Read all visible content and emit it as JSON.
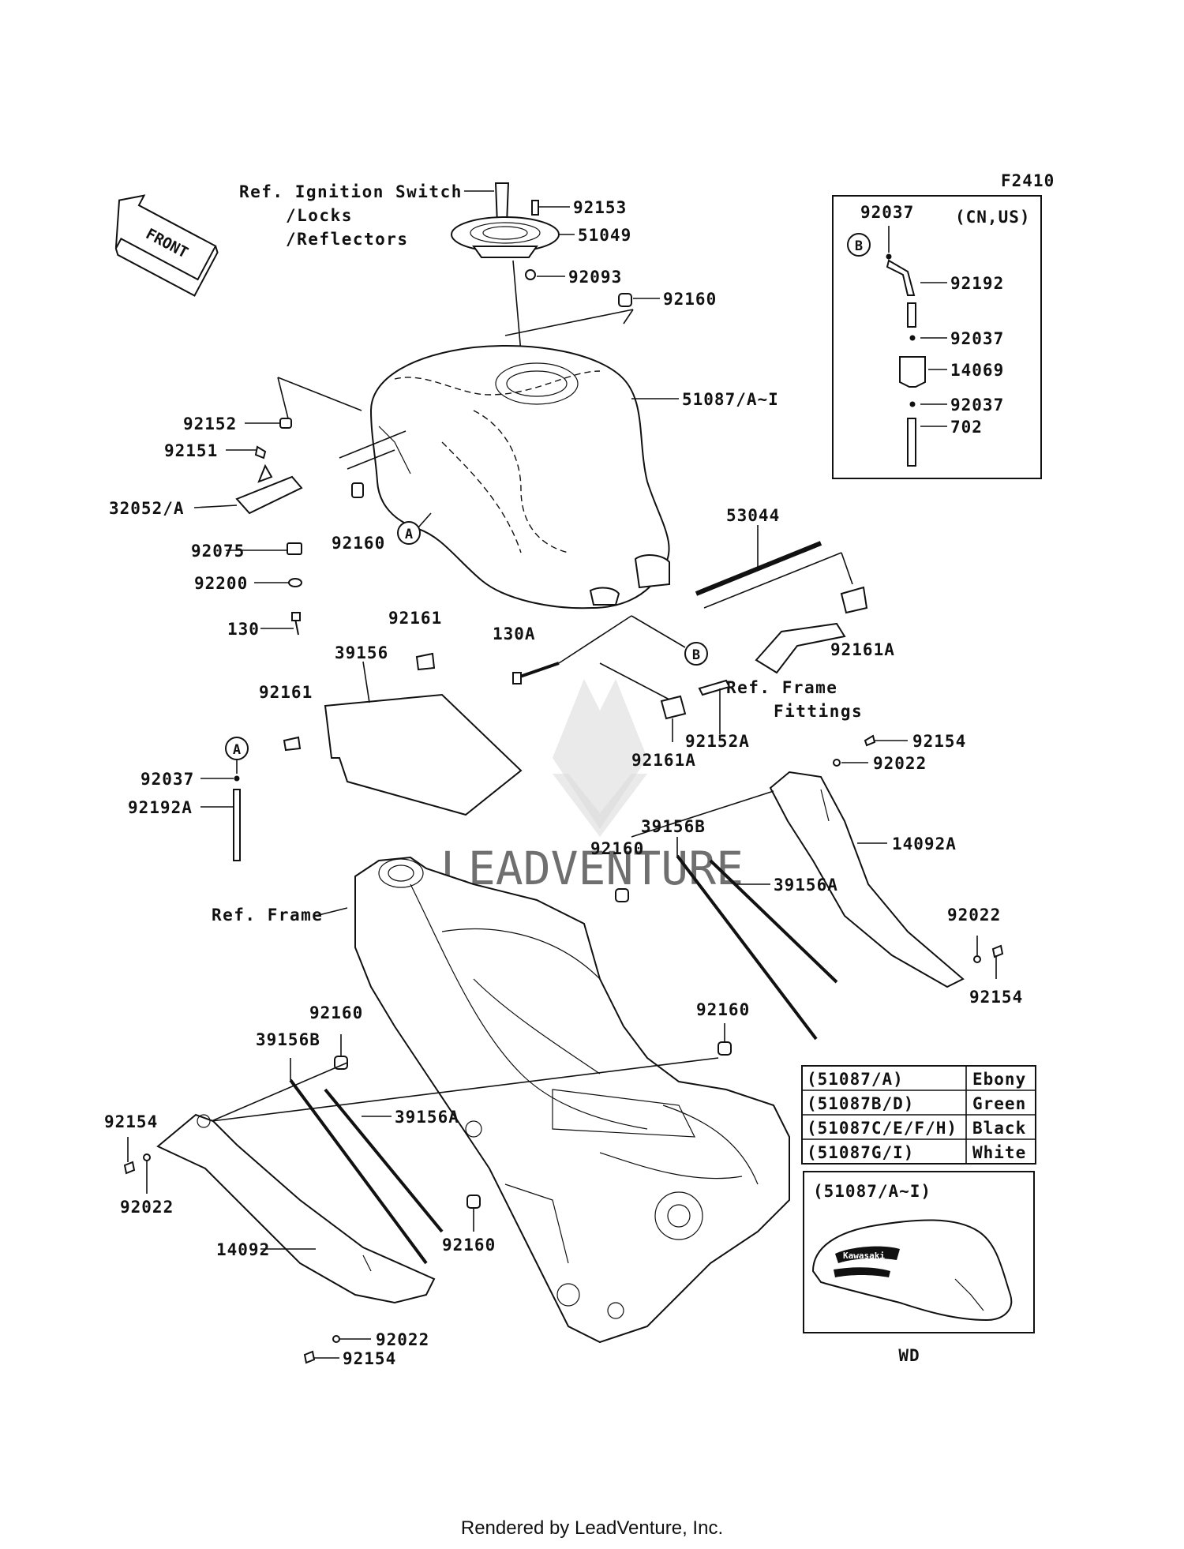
{
  "figure_code": "F2410",
  "front_label": "FRONT",
  "references": {
    "ignition_line1": "Ref. Ignition Switch",
    "ignition_line2": "/Locks",
    "ignition_line3": "/Reflectors",
    "frame_fittings_line1": "Ref. Frame",
    "frame_fittings_line2": "Fittings",
    "frame": "Ref. Frame"
  },
  "callouts": {
    "A": "A",
    "B": "B"
  },
  "parts": {
    "p92153": "92153",
    "p51049": "51049",
    "p92093": "92093",
    "p92160_top": "92160",
    "p51087": "51087/A~I",
    "p92152": "92152",
    "p92151": "92151",
    "p32052": "32052/A",
    "p92160_left": "92160",
    "p92075": "92075",
    "p92200": "92200",
    "p130": "130",
    "p53044": "53044",
    "p92161_top": "92161",
    "p39156": "39156",
    "p130A": "130A",
    "p92161A_right": "92161A",
    "p92161_left": "92161",
    "p92152A": "92152A",
    "p92161A_mid": "92161A",
    "p92037_A": "92037",
    "p92192A": "92192A",
    "p92154_r1": "92154",
    "p92022_r1": "92022",
    "p39156B_r": "39156B",
    "p92160_mid": "92160",
    "p14092A": "14092A",
    "p39156A_r": "39156A",
    "p92022_r2": "92022",
    "p92154_r2": "92154",
    "p92160_center": "92160",
    "p92160_low": "92160",
    "p39156B_l": "39156B",
    "p39156A_l": "39156A",
    "p92154_l": "92154",
    "p92022_l": "92022",
    "p14092": "14092",
    "p92160_bottom": "92160",
    "p92022_b": "92022",
    "p92154_b": "92154"
  },
  "inset_cn_us": {
    "title": "(CN,US)",
    "p92037_1": "92037",
    "p92192": "92192",
    "p92037_2": "92037",
    "p14069": "14069",
    "p92037_3": "92037",
    "p702": "702"
  },
  "color_table": {
    "rows": [
      {
        "code": "(51087/A)",
        "color": "Ebony"
      },
      {
        "code": "(51087B/D)",
        "color": "Green"
      },
      {
        "code": "(51087C/E/F/H)",
        "color": "Black"
      },
      {
        "code": "(51087G/I)",
        "color": "White"
      }
    ]
  },
  "inset_wd": {
    "title": "(51087/A~I)",
    "caption": "WD",
    "decal_text": "Kawasaki"
  },
  "watermark": "LEADVENTURE",
  "footer": "Rendered by LeadVenture, Inc."
}
